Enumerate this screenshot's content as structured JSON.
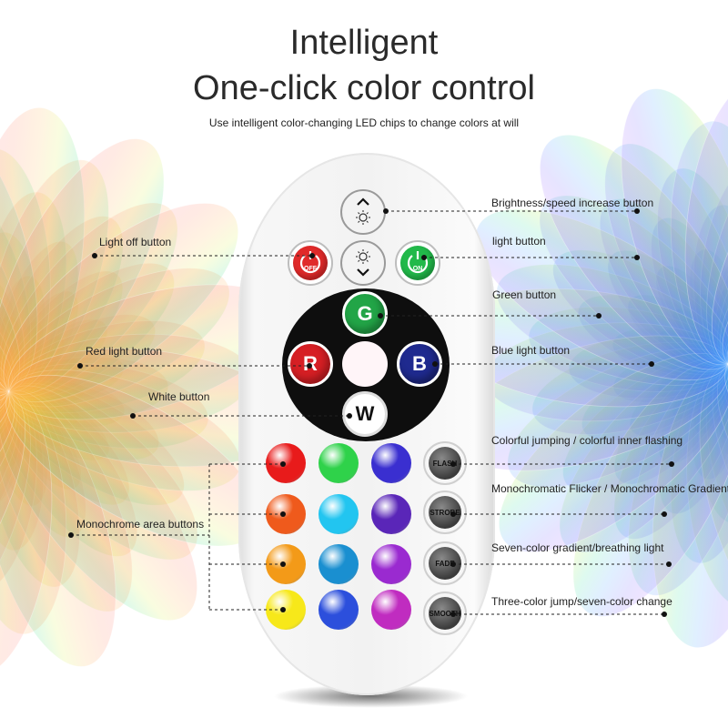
{
  "heading": {
    "title_line1": "Intelligent",
    "title_line2": "One-click color control",
    "subtitle": "Use intelligent color-changing LED chips to change colors at will"
  },
  "remote": {
    "power_off": {
      "label": "OFF",
      "color": "#e02a2a"
    },
    "power_on": {
      "label": "ON",
      "color": "#22b94a"
    },
    "brightness_up_icon": "chevron-up-sun-icon",
    "brightness_down_icon": "sun-chevron-down-icon",
    "color_buttons": {
      "green": {
        "label": "G",
        "color": "#22a547"
      },
      "red": {
        "label": "R",
        "color": "#d61f24"
      },
      "blue": {
        "label": "B",
        "color": "#1f2a8f"
      },
      "white": {
        "label": "W",
        "color": "#ffffff"
      },
      "center_color": "#fff5f8"
    },
    "mode_buttons": [
      {
        "label": "FLASH"
      },
      {
        "label": "STROBE"
      },
      {
        "label": "FADE"
      },
      {
        "label": "SMOOTH"
      }
    ],
    "monochrome_grid": [
      [
        "#e81b1b",
        "#2fd24a",
        "#3a2fd0"
      ],
      [
        "#ef5a1c",
        "#22c5f0",
        "#5a26b8"
      ],
      [
        "#f39a18",
        "#1a8fd0",
        "#9a2ad0"
      ],
      [
        "#f7e81a",
        "#2c4fdc",
        "#c02cc0"
      ]
    ]
  },
  "callouts": {
    "brightness_increase": "Brightness/speed increase button",
    "light_off": "Light off button",
    "light_on": "light button",
    "green": "Green button",
    "red": "Red light button",
    "blue": "Blue light button",
    "white": "White button",
    "flash": "Colorful jumping / colorful inner flashing",
    "strobe": "Monochromatic Flicker / Monochromatic Gradient",
    "fade": "Seven-color gradient/breathing light",
    "smooth": "Three-color jump/seven-color change",
    "monochrome": "Monochrome area buttons"
  }
}
